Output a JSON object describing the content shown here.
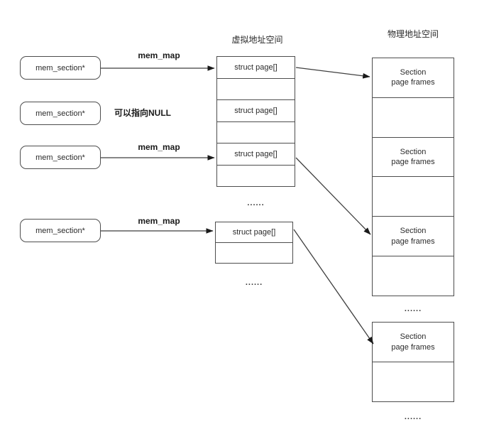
{
  "headers": {
    "virtual": "虚拟地址空间",
    "physical": "物理地址空间"
  },
  "left_column": {
    "boxes": [
      {
        "label": "mem_section*"
      },
      {
        "label": "mem_section*"
      },
      {
        "label": "mem_section*"
      },
      {
        "label": "mem_section*"
      }
    ],
    "null_note": "可以指向NULL"
  },
  "arrows": {
    "mem_map_labels": [
      "mem_map",
      "mem_map",
      "mem_map"
    ]
  },
  "virtual_column": {
    "group1_cells": [
      "struct page[]",
      "",
      "struct page[]",
      "",
      "struct page[]",
      ""
    ],
    "group2_cells": [
      "struct page[]",
      ""
    ],
    "ellipsis1": "......",
    "ellipsis2": "......"
  },
  "physical_column": {
    "group1_cells": [
      "Section\npage frames",
      "",
      "Section\npage frames",
      "",
      "Section\npage frames",
      ""
    ],
    "group2_cells": [
      "Section\npage frames",
      ""
    ],
    "ellipsis1": "......",
    "ellipsis2": "......"
  },
  "colors": {
    "line": "#3f3f3f",
    "border": "#4d4d4d",
    "arrowhead": "#1a1a1a",
    "text": "#2b2b2b",
    "background": "#ffffff"
  }
}
